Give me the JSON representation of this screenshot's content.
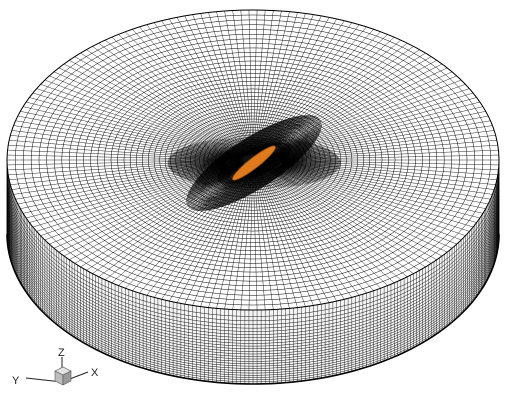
{
  "axes_triad": {
    "x_label": "X",
    "y_label": "Y",
    "z_label": "Z"
  },
  "colors": {
    "background": "#ffffff",
    "mesh_line": "#000000",
    "body_fill": "#e07a1f",
    "body_edge": "#8a4a10",
    "triad_cube_top": "#e3e3e3",
    "triad_cube_front": "#bdbdbd",
    "triad_cube_side": "#9a9a9a"
  }
}
